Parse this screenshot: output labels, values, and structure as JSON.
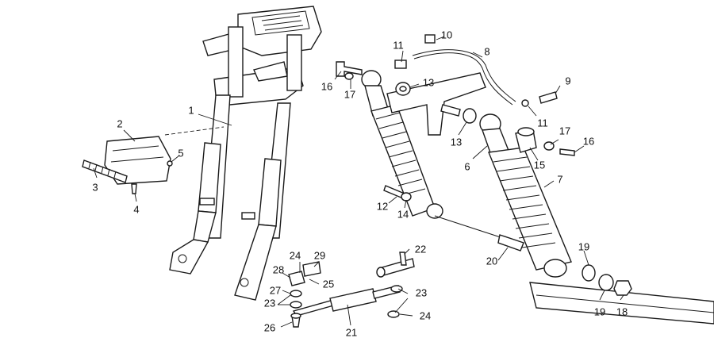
{
  "callouts": [
    {
      "id": "c1",
      "label": "1"
    },
    {
      "id": "c2",
      "label": "2"
    },
    {
      "id": "c3",
      "label": "3"
    },
    {
      "id": "c4",
      "label": "4"
    },
    {
      "id": "c5",
      "label": "5"
    },
    {
      "id": "c6",
      "label": "6"
    },
    {
      "id": "c7",
      "label": "7"
    },
    {
      "id": "c8",
      "label": "8"
    },
    {
      "id": "c9",
      "label": "9"
    },
    {
      "id": "c10",
      "label": "10"
    },
    {
      "id": "c11a",
      "label": "11"
    },
    {
      "id": "c11b",
      "label": "11"
    },
    {
      "id": "c12",
      "label": "12"
    },
    {
      "id": "c13a",
      "label": "13"
    },
    {
      "id": "c13b",
      "label": "13"
    },
    {
      "id": "c14",
      "label": "14"
    },
    {
      "id": "c15",
      "label": "15"
    },
    {
      "id": "c16a",
      "label": "16"
    },
    {
      "id": "c16b",
      "label": "16"
    },
    {
      "id": "c17a",
      "label": "17"
    },
    {
      "id": "c17b",
      "label": "17"
    },
    {
      "id": "c18",
      "label": "18"
    },
    {
      "id": "c19a",
      "label": "19"
    },
    {
      "id": "c19b",
      "label": "19"
    },
    {
      "id": "c20",
      "label": "20"
    },
    {
      "id": "c21",
      "label": "21"
    },
    {
      "id": "c22",
      "label": "22"
    },
    {
      "id": "c23a",
      "label": "23"
    },
    {
      "id": "c23b",
      "label": "23"
    },
    {
      "id": "c24a",
      "label": "24"
    },
    {
      "id": "c24b",
      "label": "24"
    },
    {
      "id": "c25",
      "label": "25"
    },
    {
      "id": "c26",
      "label": "26"
    },
    {
      "id": "c27",
      "label": "27"
    },
    {
      "id": "c28",
      "label": "28"
    },
    {
      "id": "c29",
      "label": "29"
    }
  ]
}
